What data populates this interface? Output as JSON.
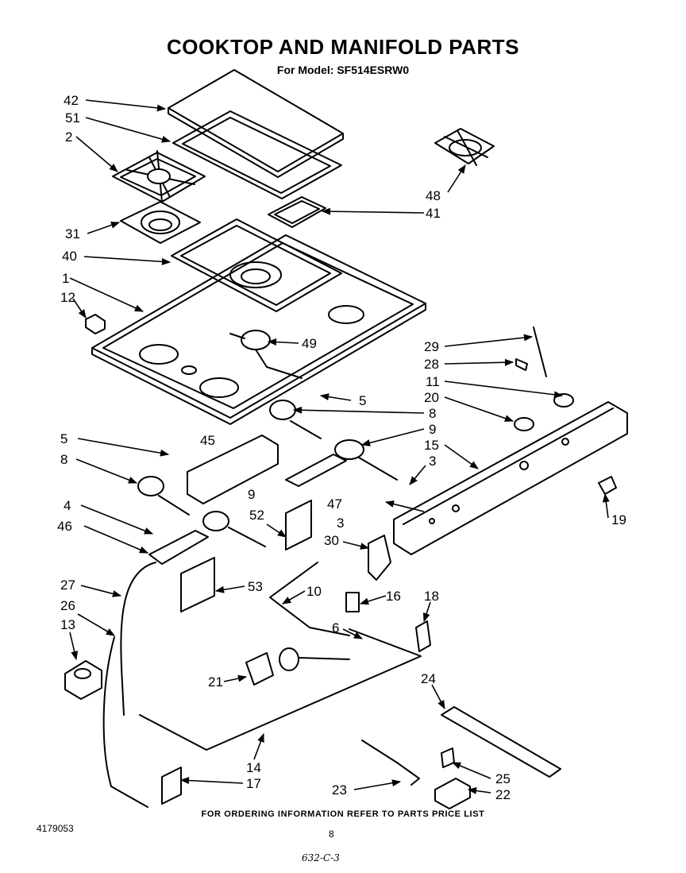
{
  "header": {
    "title": "COOKTOP  AND MANIFOLD PARTS",
    "subtitle": "For Model: SF514ESRW0"
  },
  "callouts": {
    "c42": "42",
    "c51": "51",
    "c2": "2",
    "c31": "31",
    "c40": "40",
    "c1": "1",
    "c12": "12",
    "c49": "49",
    "c48": "48",
    "c41": "41",
    "c29": "29",
    "c28": "28",
    "c11": "11",
    "c20": "20",
    "c5a": "5",
    "c8a": "8",
    "c9a": "9",
    "c15": "15",
    "c3a": "3",
    "c5b": "5",
    "c45": "45",
    "c8b": "8",
    "c9b": "9",
    "c4": "4",
    "c46": "46",
    "c52": "52",
    "c47": "47",
    "c3b": "3",
    "c19": "19",
    "c30": "30",
    "c27": "27",
    "c53": "53",
    "c10": "10",
    "c16": "16",
    "c18": "18",
    "c26": "26",
    "c13": "13",
    "c6": "6",
    "c21": "21",
    "c24": "24",
    "c14": "14",
    "c17": "17",
    "c25": "25",
    "c23": "23",
    "c22": "22"
  },
  "footer": {
    "ordering_note": "FOR ORDERING INFORMATION REFER TO PARTS PRICE LIST",
    "doc_number": "4179053",
    "page_number": "8",
    "handwritten_code": "632-C-3"
  }
}
